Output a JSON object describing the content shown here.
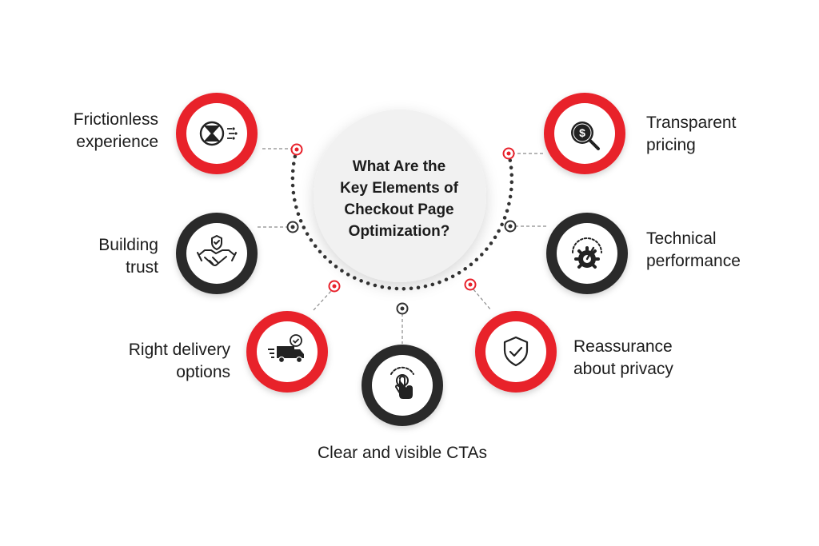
{
  "title_lines": [
    "What Are the",
    "Key Elements of",
    "Checkout Page",
    "Optimization?"
  ],
  "colors": {
    "red": "#e8212b",
    "dark": "#2a2a2a",
    "dot": "#3a3a3a",
    "hub_bg": "#f2f2f2"
  },
  "elements": [
    {
      "id": "frictionless",
      "lines": [
        "Frictionless",
        "experience"
      ],
      "ring": "red",
      "icon": "friction-gauge-icon"
    },
    {
      "id": "building-trust",
      "lines": [
        "Building",
        "trust"
      ],
      "ring": "dark",
      "icon": "handshake-icon"
    },
    {
      "id": "delivery",
      "lines": [
        "Right delivery",
        "options"
      ],
      "ring": "red",
      "icon": "delivery-truck-icon"
    },
    {
      "id": "ctas",
      "lines": [
        "Clear and visible CTAs"
      ],
      "ring": "dark",
      "icon": "tap-finger-icon"
    },
    {
      "id": "privacy",
      "lines": [
        "Reassurance",
        "about privacy"
      ],
      "ring": "red",
      "icon": "shield-check-icon"
    },
    {
      "id": "performance",
      "lines": [
        "Technical",
        "performance"
      ],
      "ring": "dark",
      "icon": "speedometer-gear-icon"
    },
    {
      "id": "pricing",
      "lines": [
        "Transparent",
        "pricing"
      ],
      "ring": "red",
      "icon": "dollar-magnifier-icon"
    }
  ]
}
